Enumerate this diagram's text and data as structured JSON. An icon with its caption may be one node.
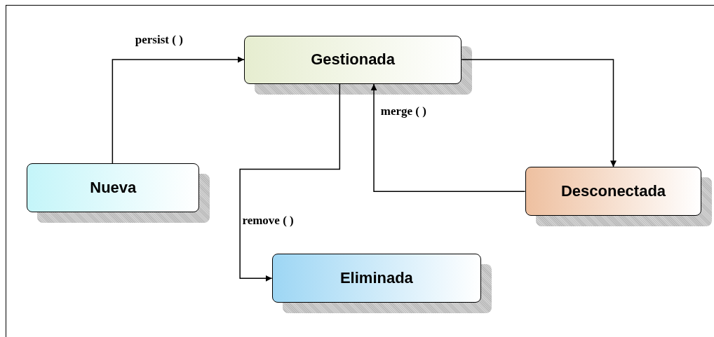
{
  "diagram": {
    "nodes": [
      {
        "text": [
          "Gestionada"
        ]
      },
      {
        "text": [
          "Nueva"
        ]
      },
      {
        "text": [
          "Desconectada"
        ]
      },
      {
        "text": [
          "Eliminada"
        ]
      }
    ],
    "edges": [
      {
        "from": 1,
        "to": 0,
        "arrow": "to",
        "label": "persist ( )"
      },
      {
        "from": 0,
        "to": 2,
        "arrow": "to"
      },
      {
        "from": 2,
        "to": 0,
        "arrow": "to",
        "label": "merge ( )"
      },
      {
        "from": 0,
        "to": 3,
        "arrow": "to",
        "label": "remove ( )"
      }
    ]
  }
}
